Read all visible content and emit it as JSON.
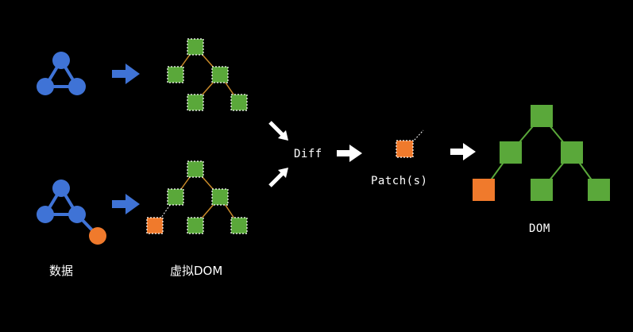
{
  "labels": {
    "data": "数据",
    "vdom": "虚拟DOM",
    "diff": "Diff",
    "patches": "Patch(s)",
    "dom": "DOM"
  },
  "colors": {
    "background": "#000000",
    "node_blue": "#3f73d6",
    "node_green": "#5aa83a",
    "node_orange": "#f07a2c",
    "arrow_blue": "#3f73d6",
    "arrow_white": "#ffffff",
    "edge_orange": "#c98a2a"
  },
  "icons": {
    "data_graph": "triangle-graph-icon",
    "vdom_tree": "dashed-tree-icon",
    "dom_tree": "solid-tree-icon"
  }
}
